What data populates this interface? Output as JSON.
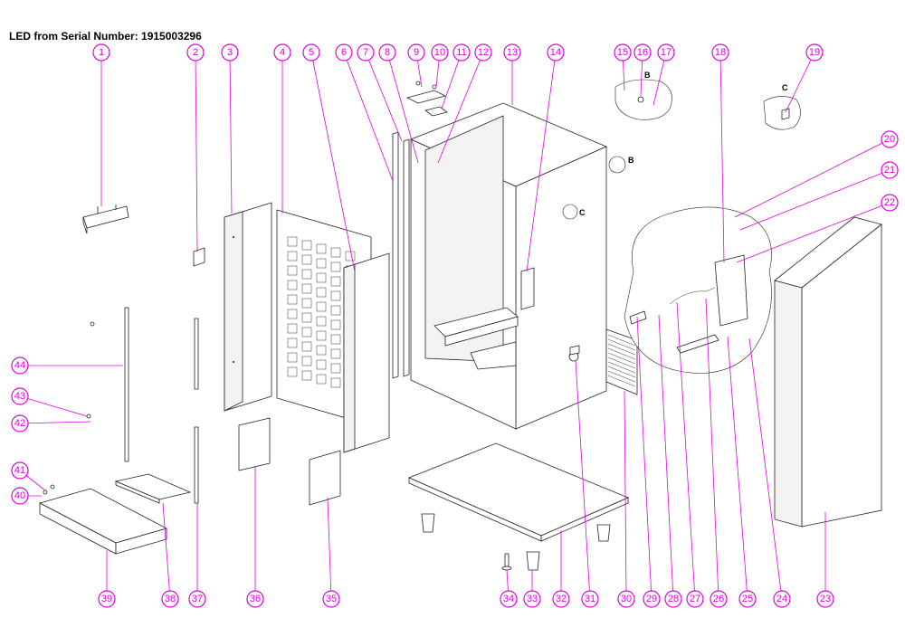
{
  "title": "LED from Serial Number: 1915003296",
  "colors": {
    "callout": "#e000e0",
    "line": "#222222",
    "background": "#ffffff"
  },
  "callouts": [
    {
      "n": "1"
    },
    {
      "n": "2"
    },
    {
      "n": "3"
    },
    {
      "n": "4"
    },
    {
      "n": "5"
    },
    {
      "n": "6"
    },
    {
      "n": "7"
    },
    {
      "n": "8"
    },
    {
      "n": "9"
    },
    {
      "n": "10"
    },
    {
      "n": "11"
    },
    {
      "n": "12"
    },
    {
      "n": "13"
    },
    {
      "n": "14"
    },
    {
      "n": "15"
    },
    {
      "n": "16"
    },
    {
      "n": "17"
    },
    {
      "n": "18"
    },
    {
      "n": "19"
    },
    {
      "n": "20"
    },
    {
      "n": "21"
    },
    {
      "n": "22"
    },
    {
      "n": "23"
    },
    {
      "n": "24"
    },
    {
      "n": "25"
    },
    {
      "n": "26"
    },
    {
      "n": "27"
    },
    {
      "n": "28"
    },
    {
      "n": "29"
    },
    {
      "n": "30"
    },
    {
      "n": "31"
    },
    {
      "n": "32"
    },
    {
      "n": "33"
    },
    {
      "n": "34"
    },
    {
      "n": "35"
    },
    {
      "n": "36"
    },
    {
      "n": "37"
    },
    {
      "n": "38"
    },
    {
      "n": "39"
    },
    {
      "n": "40"
    },
    {
      "n": "41"
    },
    {
      "n": "42"
    },
    {
      "n": "43"
    },
    {
      "n": "44"
    }
  ],
  "detail_labels": {
    "b": "B",
    "c": "C"
  }
}
